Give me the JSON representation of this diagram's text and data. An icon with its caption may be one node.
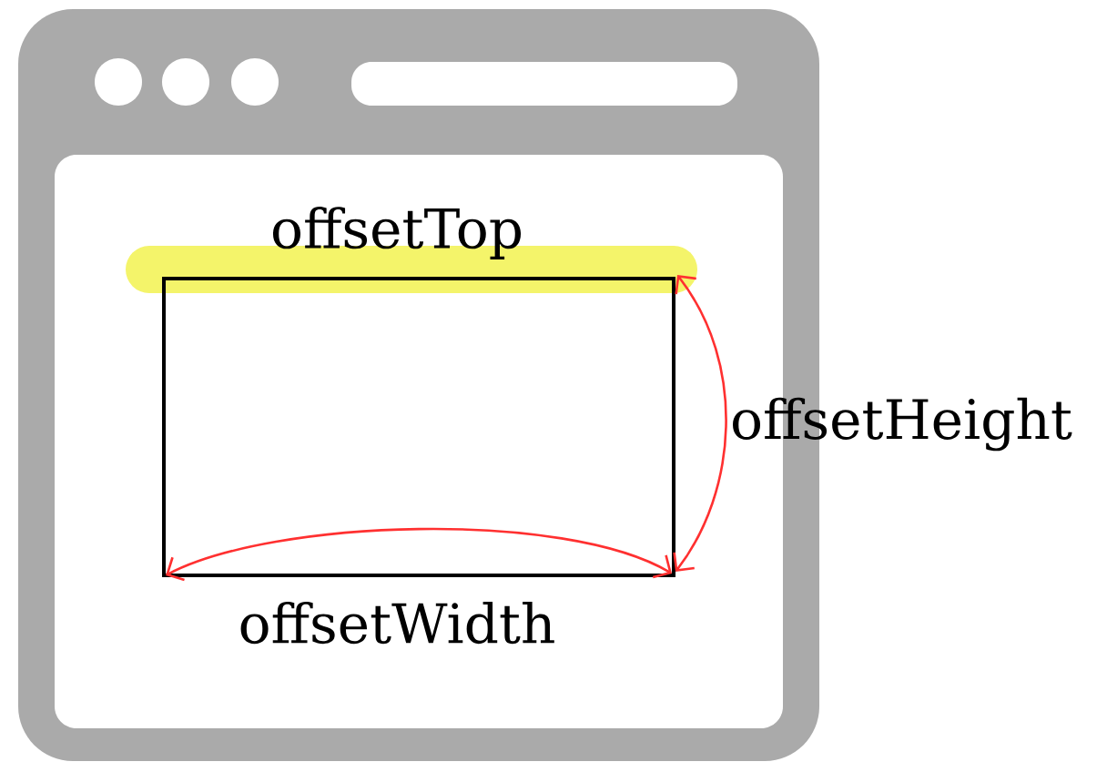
{
  "diagram": {
    "labels": [
      "offsetTop",
      "offsetHeight",
      "offsetWidth"
    ]
  }
}
